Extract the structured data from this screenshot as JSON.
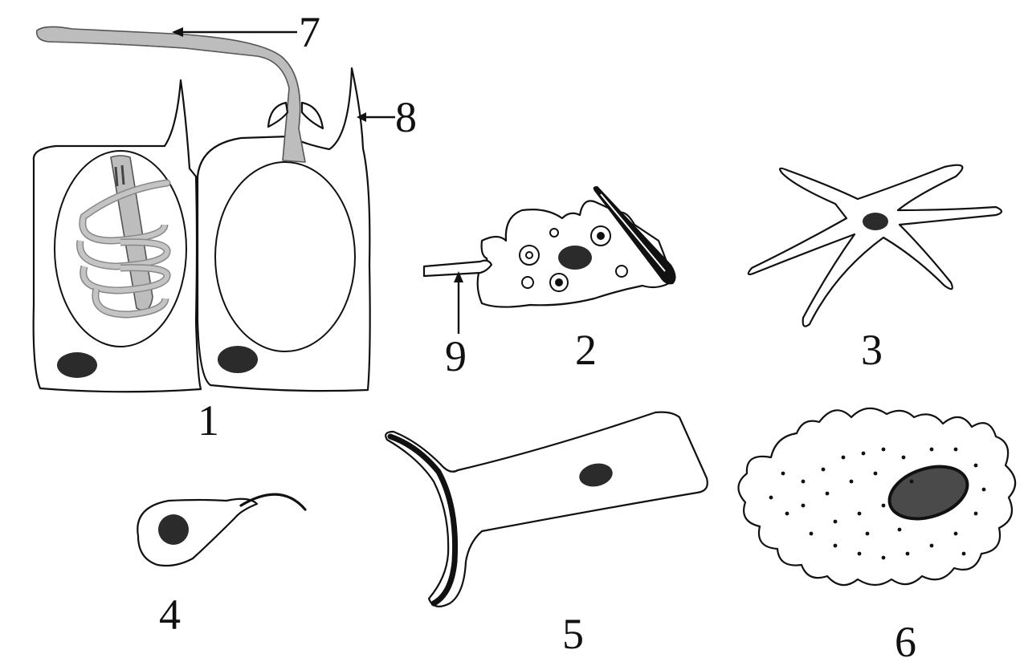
{
  "figure": {
    "labels": {
      "cell_1": "1",
      "cell_2": "2",
      "cell_3": "3",
      "cell_4": "4",
      "cell_5": "5",
      "cell_6": "6",
      "pointer_7": "7",
      "pointer_8": "8",
      "pointer_9": "9"
    },
    "colors": {
      "outline": "#111111",
      "nucleus": "#2b2b2b",
      "thread": "#bdbdbd",
      "background": "#ffffff"
    }
  }
}
